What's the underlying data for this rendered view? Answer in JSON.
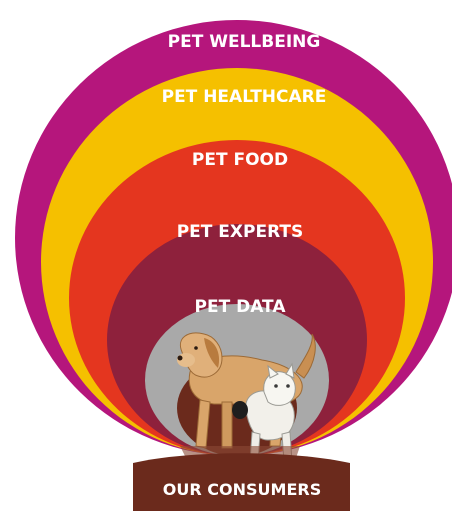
{
  "layers": [
    {
      "label": "PET WELLBEING",
      "color": "#B5167C"
    },
    {
      "label": "PET HEALTHCARE",
      "color": "#F5C000"
    },
    {
      "label": "PET FOOD",
      "color": "#E4361F"
    },
    {
      "label": "PET EXPERTS",
      "color": "#8E213C"
    },
    {
      "label": "PET DATA",
      "color": "#A9A9A9"
    }
  ],
  "core": {
    "color": "#6B2A1C"
  },
  "base": {
    "label": "OUR CONSUMERS",
    "color": "#6B2A1C"
  },
  "image": {
    "subject": "golden retriever dog and white cat figurines",
    "icon": "dog-cat-image"
  }
}
